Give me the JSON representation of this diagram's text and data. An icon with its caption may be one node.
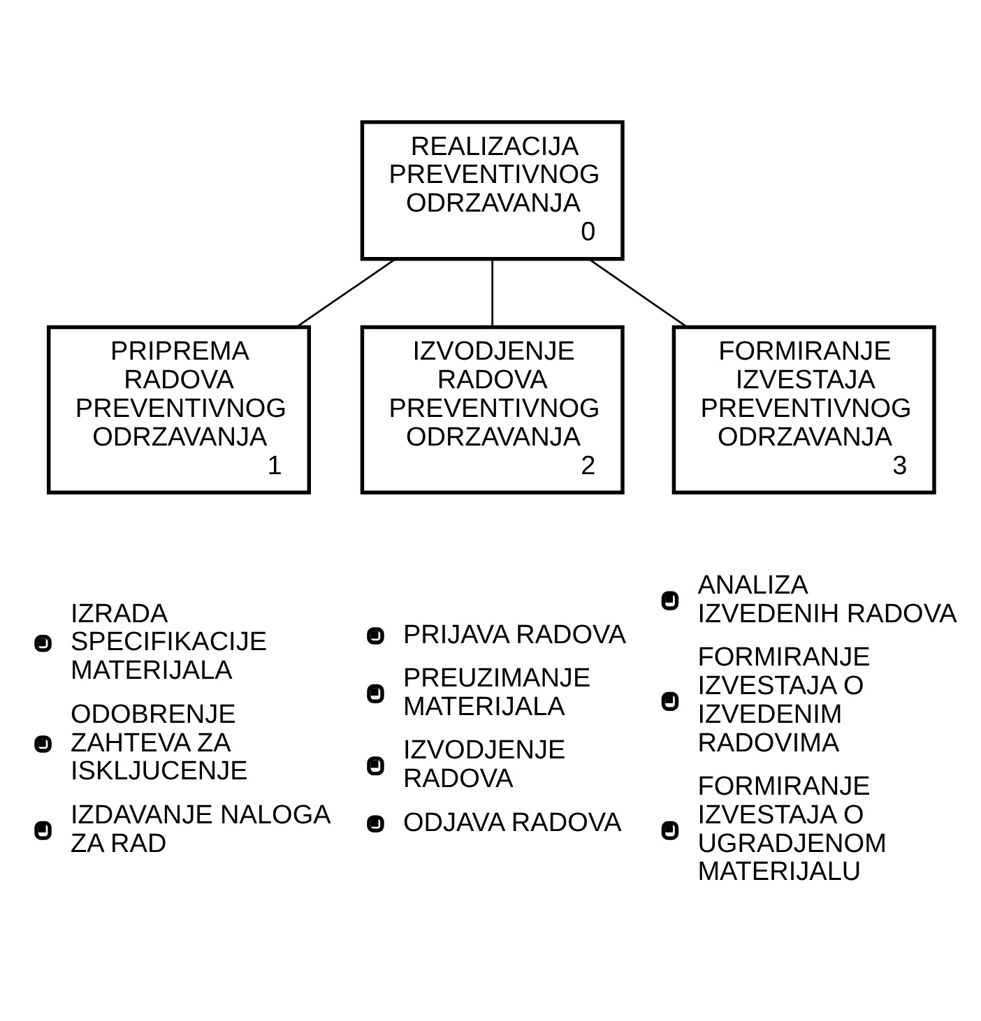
{
  "diagram": {
    "nodes": [
      {
        "text": [
          "REALIZACIJA PREVENTIVNOG ODRZAVANJA",
          "0"
        ]
      },
      {
        "text": [
          "PRIPREMA RADOVA PREVENTIVNOG ODRZAVANJA",
          "1"
        ],
        "beside": [
          "IZRADA SPECIFIKACIJE MATERIJALA",
          "ODOBRENJE ZAHTEVA ZA ISKLJUCENJE",
          "IZDAVANJE NALOGA ZA RAD"
        ]
      },
      {
        "text": [
          "IZVODJENJE RADOVA PREVENTIVNOG ODRZAVANJA",
          "2"
        ],
        "beside": [
          "PRIJAVA RADOVA",
          "PREUZIMANJE MATERIJALA",
          "IZVODJENJE RADOVA",
          "ODJAVA RADOVA"
        ]
      },
      {
        "text": [
          "FORMIRANJE IZVESTAJA PREVENTIVNOG ODRZAVANJA",
          "3"
        ],
        "beside": [
          "ANALIZA IZVEDENIH RADOVA",
          "FORMIRANJE IZVESTAJA O IZVEDENIM RADOVIMA",
          "FORMIRANJE IZVESTAJA O UGRADJENOM MATERIJALU"
        ]
      }
    ],
    "edges": [
      {
        "from": 0,
        "to": 1,
        "arrow": "none"
      },
      {
        "from": 0,
        "to": 2,
        "arrow": "none"
      },
      {
        "from": 0,
        "to": 3,
        "arrow": "none"
      }
    ]
  }
}
